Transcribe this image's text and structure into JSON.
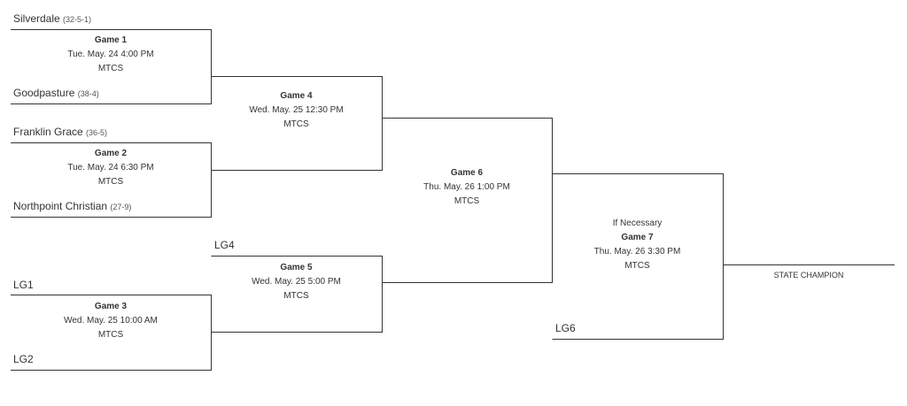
{
  "teams": {
    "silverdale": {
      "name": "Silverdale",
      "record": "(32-5-1)"
    },
    "goodpasture": {
      "name": "Goodpasture",
      "record": "(38-4)"
    },
    "franklin_grace": {
      "name": "Franklin Grace",
      "record": "(36-5)"
    },
    "northpoint": {
      "name": "Northpoint Christian",
      "record": "(27-9)"
    },
    "lg1": {
      "name": "LG1"
    },
    "lg2": {
      "name": "LG2"
    },
    "lg4": {
      "name": "LG4"
    },
    "lg6": {
      "name": "LG6"
    }
  },
  "games": {
    "g1": {
      "name": "Game 1",
      "date": "Tue. May. 24 4:00 PM",
      "venue": "MTCS"
    },
    "g2": {
      "name": "Game 2",
      "date": "Tue. May. 24 6:30 PM",
      "venue": "MTCS"
    },
    "g3": {
      "name": "Game 3",
      "date": "Wed. May. 25 10:00 AM",
      "venue": "MTCS"
    },
    "g4": {
      "name": "Game 4",
      "date": "Wed. May. 25 12:30 PM",
      "venue": "MTCS"
    },
    "g5": {
      "name": "Game 5",
      "date": "Wed. May. 25 5:00 PM",
      "venue": "MTCS"
    },
    "g6": {
      "name": "Game 6",
      "date": "Thu. May. 26 1:00 PM",
      "venue": "MTCS"
    },
    "g7": {
      "note": "If Necessary",
      "name": "Game 7",
      "date": "Thu. May. 26 3:30 PM",
      "venue": "MTCS"
    }
  },
  "champion_label": "STATE CHAMPION"
}
